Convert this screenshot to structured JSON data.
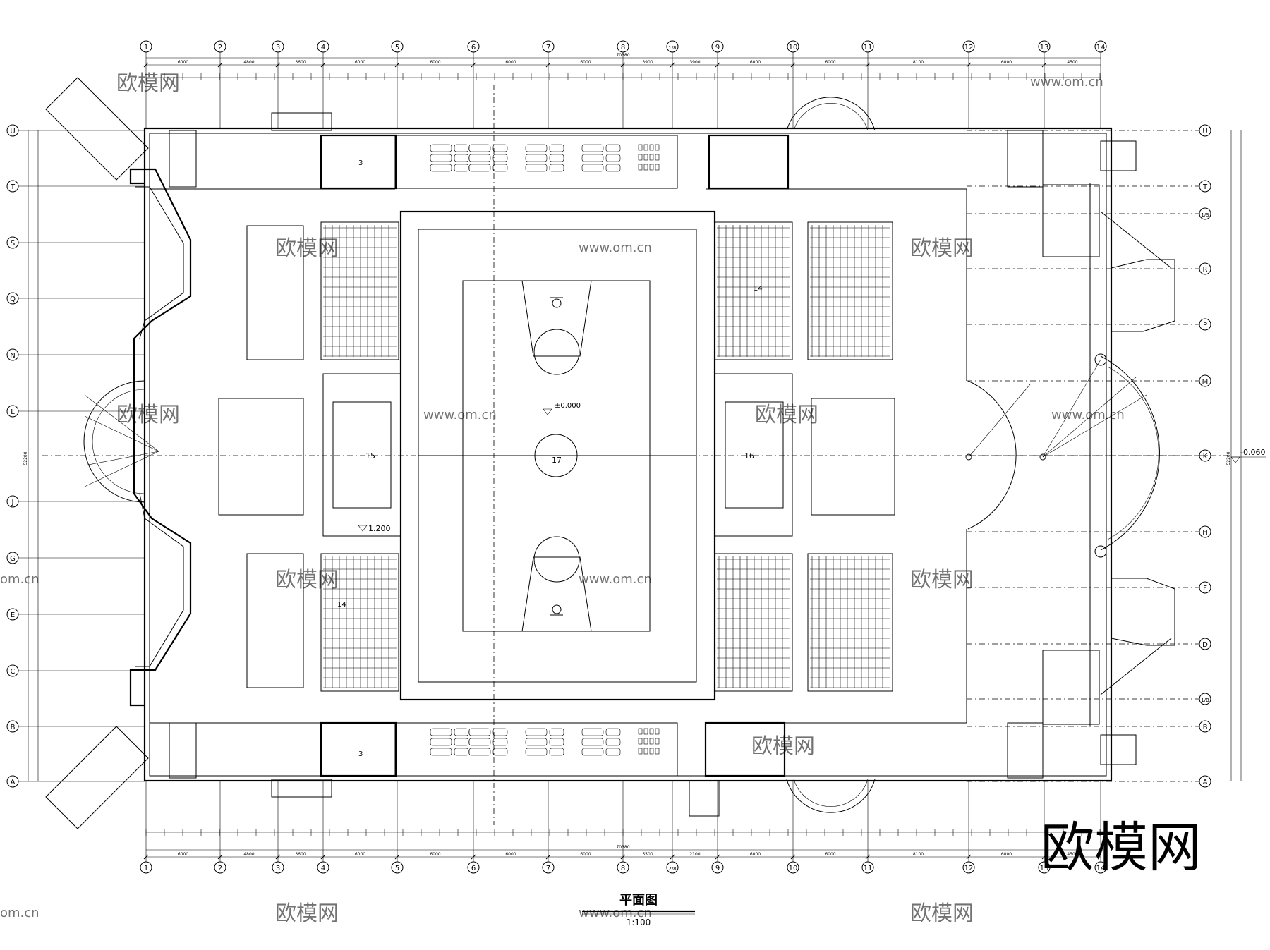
{
  "drawing": {
    "title": "平面图",
    "scale": "1:100",
    "brand_logo": "欧模网",
    "watermark_text": "欧模网",
    "watermark_url": "www.om.cn",
    "watermark_short": "om.cn"
  },
  "grid": {
    "columns": [
      "1",
      "2",
      "3",
      "4",
      "5",
      "6",
      "7",
      "8",
      "1/8",
      "9",
      "10",
      "11",
      "12",
      "13",
      "14"
    ],
    "bottom_columns": [
      "1",
      "2",
      "3",
      "4",
      "5",
      "6",
      "7",
      "8",
      "2/8",
      "9",
      "10",
      "11",
      "12",
      "13",
      "14"
    ],
    "rows_right": [
      "U",
      "T",
      "1/S",
      "R",
      "P",
      "M",
      "K",
      "H",
      "F",
      "D",
      "1/B",
      "B",
      "A"
    ],
    "rows_left": [
      "U",
      "T",
      "S",
      "Q",
      "N",
      "L",
      "J",
      "G",
      "E",
      "C",
      "B",
      "A"
    ]
  },
  "dimensions": {
    "top_total": "70380",
    "top_segments": [
      "6000",
      "4800",
      "3600",
      "6000",
      "6000",
      "6000",
      "6000",
      "3900",
      "3900",
      "6000",
      "6000",
      "8100",
      "6000",
      "4500"
    ],
    "bottom_total": "70380",
    "bottom_segments": [
      "6000",
      "4800",
      "3600",
      "6000",
      "6000",
      "6000",
      "6000",
      "5500",
      "2100",
      "6000",
      "6000",
      "8100",
      "6000",
      "4500"
    ],
    "left_total": "52200",
    "right_total": "52200"
  },
  "levels": {
    "court": "±0.000",
    "stand": "1.200",
    "outside": "-0.060"
  },
  "rooms": {
    "court": "17",
    "room_left_mid": "15",
    "room_right_mid": "16",
    "room_top": "3",
    "room_bottom": "3",
    "stand_label": "14"
  },
  "colors": {
    "line": "#000000",
    "background": "#ffffff",
    "watermark": "#cfcfcf"
  }
}
